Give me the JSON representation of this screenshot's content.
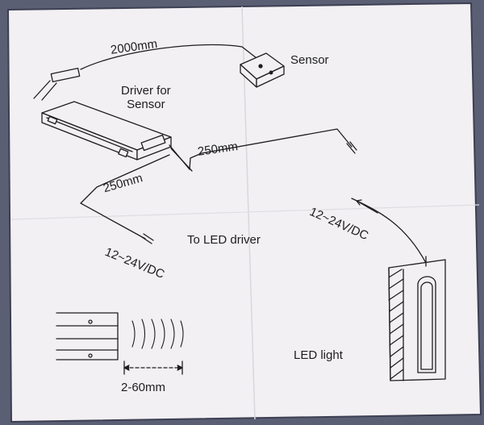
{
  "diagram": {
    "labels": {
      "cable_sensor": "2000mm",
      "sensor": "Sensor",
      "driver_for_sensor": "Driver for\nSensor",
      "cable_right": "250mm",
      "cable_left": "250mm",
      "voltage_right": "12~24V/DC",
      "voltage_left": "12~24V/DC",
      "to_led_driver": "To LED driver",
      "led_light": "LED light",
      "distance": "2-60mm"
    },
    "colors": {
      "paper": "#f2f0f3",
      "ink": "#1e1e1e",
      "background": "#5b5f74"
    }
  }
}
